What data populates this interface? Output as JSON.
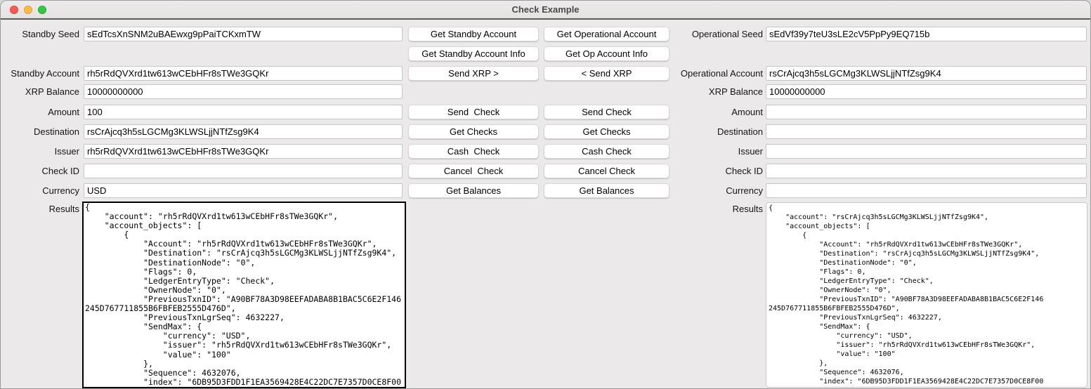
{
  "window": {
    "title": "Check Example"
  },
  "standby": {
    "seed_label": "Standby Seed",
    "seed": "sEdTcsXnSNM2uBAEwxg9pPaiTCKxmTW",
    "account_label": "Standby Account",
    "account": "rh5rRdQVXrd1tw613wCEbHFr8sTWe3GQKr",
    "balance_label": "XRP Balance",
    "balance": "10000000000",
    "amount_label": "Amount",
    "amount": "100",
    "destination_label": "Destination",
    "destination": "rsCrAjcq3h5sLGCMg3KLWSLjjNTfZsg9K4",
    "issuer_label": "Issuer",
    "issuer": "rh5rRdQVXrd1tw613wCEbHFr8sTWe3GQKr",
    "check_id_label": "Check ID",
    "check_id": "",
    "currency_label": "Currency",
    "currency": "USD",
    "results_label": "Results",
    "results": "{\n    \"account\": \"rh5rRdQVXrd1tw613wCEbHFr8sTWe3GQKr\",\n    \"account_objects\": [\n        {\n            \"Account\": \"rh5rRdQVXrd1tw613wCEbHFr8sTWe3GQKr\",\n            \"Destination\": \"rsCrAjcq3h5sLGCMg3KLWSLjjNTfZsg9K4\",\n            \"DestinationNode\": \"0\",\n            \"Flags\": 0,\n            \"LedgerEntryType\": \"Check\",\n            \"OwnerNode\": \"0\",\n            \"PreviousTxnID\": \"A90BF78A3D98EEFADABA8B1BAC5C6E2F146\n245D767711855B6FBFEB2555D476D\",\n            \"PreviousTxnLgrSeq\": 4632227,\n            \"SendMax\": {\n                \"currency\": \"USD\",\n                \"issuer\": \"rh5rRdQVXrd1tw613wCEbHFr8sTWe3GQKr\",\n                \"value\": \"100\"\n            },\n            \"Sequence\": 4632076,\n            \"index\": \"6DB95D3FDD1F1EA3569428E4C22DC7E7357D0CE8F00"
  },
  "operational": {
    "seed_label": "Operational Seed",
    "seed": "sEdVf39y7teU3sLE2cV5PpPy9EQ715b",
    "account_label": "Operational Account",
    "account": "rsCrAjcq3h5sLGCMg3KLWSLjjNTfZsg9K4",
    "balance_label": "XRP Balance",
    "balance": "10000000000",
    "amount_label": "Amount",
    "amount": "",
    "destination_label": "Destination",
    "destination": "",
    "issuer_label": "Issuer",
    "issuer": "",
    "check_id_label": "Check ID",
    "check_id": "",
    "currency_label": "Currency",
    "currency": "",
    "results_label": "Results",
    "results": "{\n    \"account\": \"rsCrAjcq3h5sLGCMg3KLWSLjjNTfZsg9K4\",\n    \"account_objects\": [\n        {\n            \"Account\": \"rh5rRdQVXrd1tw613wCEbHFr8sTWe3GQKr\",\n            \"Destination\": \"rsCrAjcq3h5sLGCMg3KLWSLjjNTfZsg9K4\",\n            \"DestinationNode\": \"0\",\n            \"Flags\": 0,\n            \"LedgerEntryType\": \"Check\",\n            \"OwnerNode\": \"0\",\n            \"PreviousTxnID\": \"A90BF78A3D98EEFADABA8B1BAC5C6E2F146\n245D767711855B6FBFEB2555D476D\",\n            \"PreviousTxnLgrSeq\": 4632227,\n            \"SendMax\": {\n                \"currency\": \"USD\",\n                \"issuer\": \"rh5rRdQVXrd1tw613wCEbHFr8sTWe3GQKr\",\n                \"value\": \"100\"\n            },\n            \"Sequence\": 4632076,\n            \"index\": \"6DB95D3FDD1F1EA3569428E4C22DC7E7357D0CE8F00"
  },
  "standby_buttons": [
    "Get Standby Account",
    "Get Standby Account Info",
    "Send XRP >",
    "Send  Check",
    "Get Checks",
    "Cash  Check",
    "Cancel  Check",
    "Get Balances"
  ],
  "operational_buttons": [
    "Get Operational Account",
    "Get Op Account Info",
    "< Send XRP",
    "Send Check",
    "Get Checks",
    "Cash Check",
    "Cancel Check",
    "Get Balances"
  ]
}
